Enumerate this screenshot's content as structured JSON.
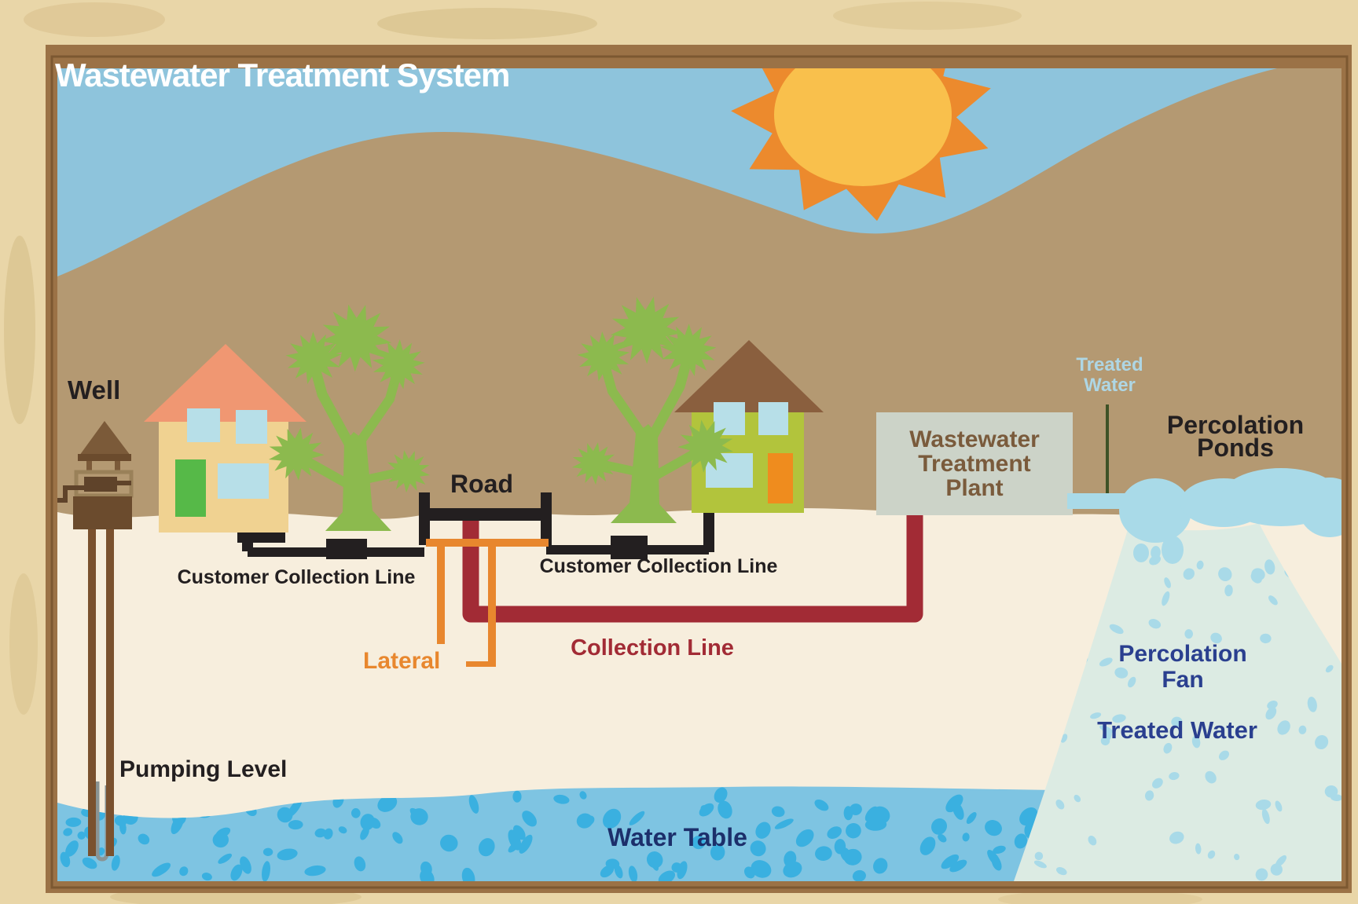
{
  "title": "Wastewater Treatment System",
  "labels": {
    "well": "Well",
    "road": "Road",
    "customer_collection_line_left": "Customer Collection Line",
    "customer_collection_line_right": "Customer Collection Line",
    "lateral": "Lateral",
    "collection_line": "Collection Line",
    "treatment_plant": "Wastewater\nTreatment\nPlant",
    "treated_water_plant": "Treated\nWater",
    "percolation_ponds": "Percolation\nPonds",
    "percolation_fan": "Percolation\nFan",
    "treated_water_fan": "Treated Water",
    "pumping_level": "Pumping Level",
    "water_table": "Water Table"
  },
  "colors": {
    "sky": "#8ec4dc",
    "hill": "#b49972",
    "ground": "#f7eedd",
    "sun_rays": "#ec8a2d",
    "sun_core": "#f9c04c",
    "water_table": "#7ec4e2",
    "water_pebbles": "#3ab0e0",
    "percolation_fan": "#dcebe3",
    "fan_speckles": "#a9dae8",
    "pond": "#a9dae8",
    "pipes_black": "#231f20",
    "lateral_orange": "#e8872e",
    "collection_red": "#a22b35",
    "plant_box": "#ccd3c8",
    "plant_text_brown": "#7a5b3c",
    "navy_text": "#2a3f8f",
    "water_table_text": "#1c2f6b",
    "treated_water_light_blue": "#aed6e4",
    "tree_green": "#8cba4e",
    "frame_brown": "#9b7246",
    "margin_tan": "#e9d6a8",
    "title_white": "#ffffff"
  }
}
